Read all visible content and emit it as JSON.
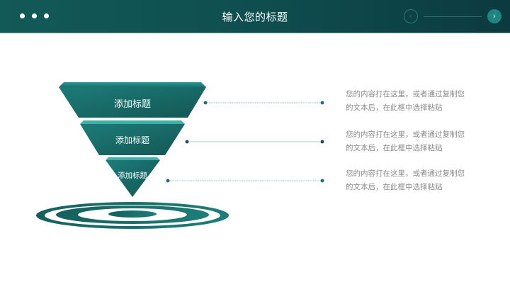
{
  "header": {
    "title": "输入您的标题",
    "prev_icon": "‹",
    "next_icon": "›"
  },
  "colors": {
    "header_bg": "#125a57",
    "accent": "#1f7a76",
    "funnel_dark": "#155e5c",
    "funnel_light": "#1e807c",
    "text_gray": "#8a8a8a"
  },
  "funnel": {
    "tiers": [
      {
        "label": "添加标题"
      },
      {
        "label": "添加标题"
      },
      {
        "label": "添加标题"
      }
    ]
  },
  "items": [
    {
      "line1": "您的内容打在这里，或者通过复制您",
      "line2": "的文本后，在此框中选择粘贴"
    },
    {
      "line1": "您的内容打在这里，或者通过复制您",
      "line2": "的文本后，在此框中选择粘贴"
    },
    {
      "line1": "您的内容打在这里，或者通过复制您",
      "line2": "的文本后，在此框中选择粘贴"
    }
  ]
}
